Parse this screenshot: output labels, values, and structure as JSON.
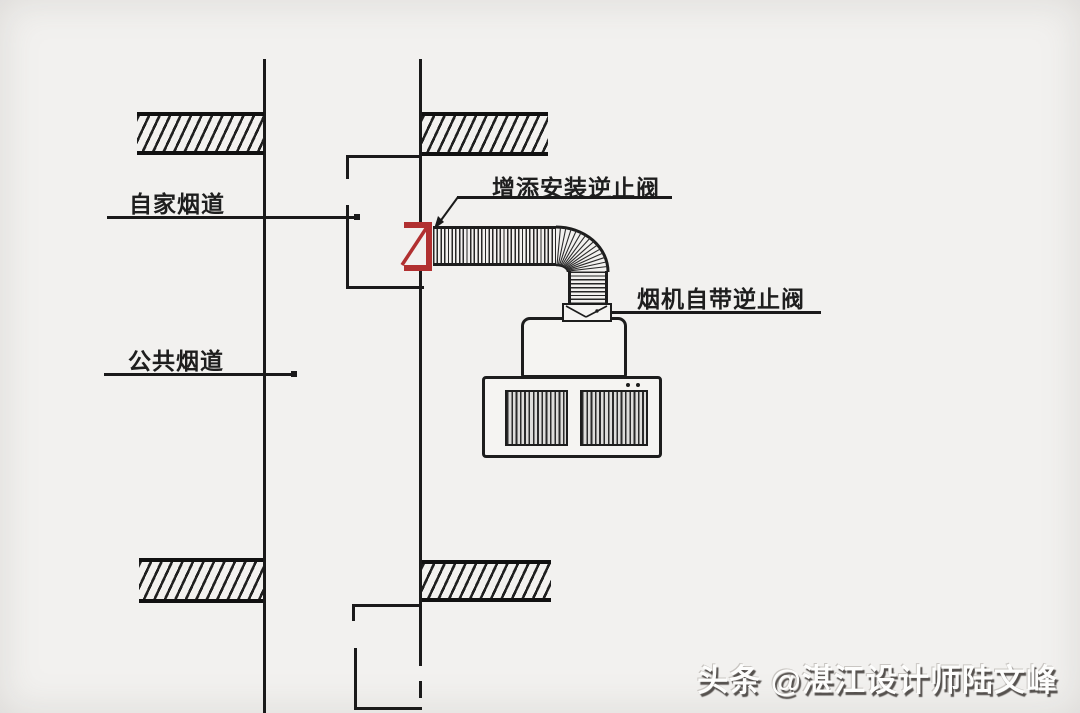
{
  "labels": {
    "own_flue": "自家烟道",
    "public_flue": "公共烟道",
    "added_check_valve": "增添安装逆止阀",
    "hood_builtin_check_valve": "烟机自带逆止阀"
  },
  "watermark": {
    "text": "头条 @湛江设计师陆文峰"
  },
  "colors": {
    "background": "#f2f1ef",
    "line": "#1a1a1a",
    "valve_red": "#b13030",
    "watermark_fill": "#fdfdfc",
    "watermark_shadow": "#55514e"
  }
}
